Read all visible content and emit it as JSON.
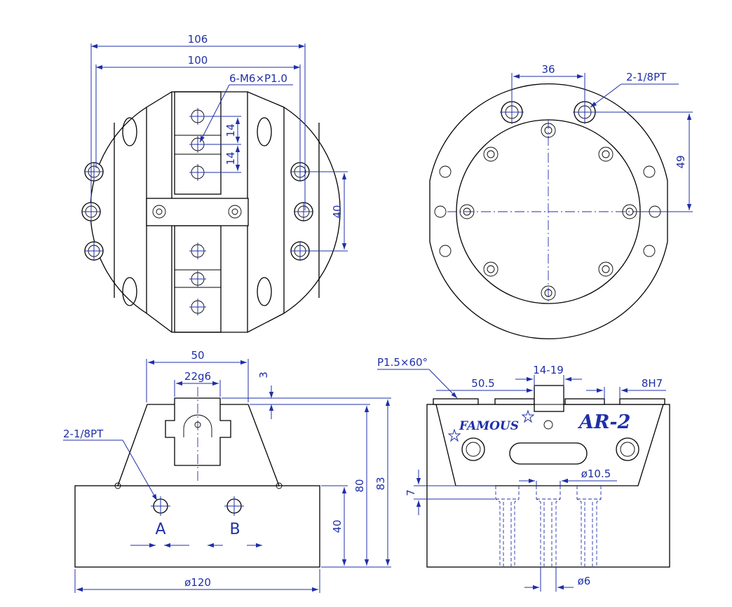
{
  "colors": {
    "dimension": "#1f2fa8",
    "outline": "#000000"
  },
  "top_left_view": {
    "dim_overall": "106",
    "dim_hole_span": "100",
    "thread_callout": "6-M6×P1.0",
    "dim_pitch_a": "14",
    "dim_pitch_b": "14",
    "dim_hole_vertical": "40"
  },
  "top_right_view": {
    "dim_port_spacing": "36",
    "port_callout": "2-1/8PT",
    "dim_port_offset": "49"
  },
  "front_view": {
    "dim_jaw_width": "50",
    "dim_fit": "22g6",
    "dim_step": "3",
    "port_callout": "2-1/8PT",
    "dim_total_height": "83",
    "dim_body_height": "80",
    "dim_base_height": "40",
    "dim_diameter": "ø120",
    "port_a_label": "A",
    "port_b_label": "B"
  },
  "side_view": {
    "serration_callout": "P1.5×60°",
    "dim_serration_length": "50.5",
    "dim_stroke": "14-19",
    "dim_key": "8H7",
    "brand_text": "FAMOUS",
    "model_text": "AR-2",
    "dim_slot": "ø10.5",
    "dim_step": "7",
    "dim_pin": "ø6"
  }
}
